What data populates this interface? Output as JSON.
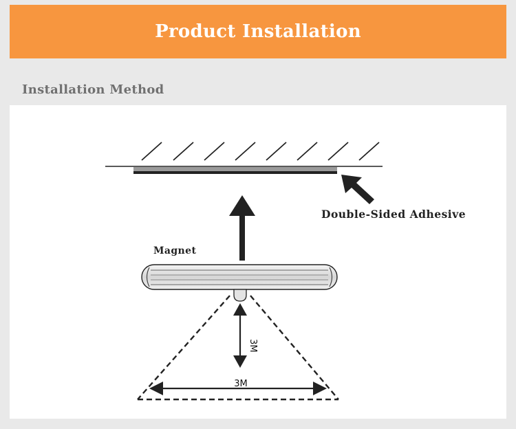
{
  "header": {
    "title": "Product Installation"
  },
  "section": {
    "title": "Installation Method"
  },
  "diagram": {
    "adhesive_label": "Double-Sided Adhesive",
    "magnet_label": "Magnet",
    "distance_vertical": "3M",
    "distance_horizontal": "3M"
  },
  "colors": {
    "banner": "#f7963f",
    "page_background": "#e9e9e9",
    "panel": "#ffffff",
    "ink": "#222222"
  }
}
